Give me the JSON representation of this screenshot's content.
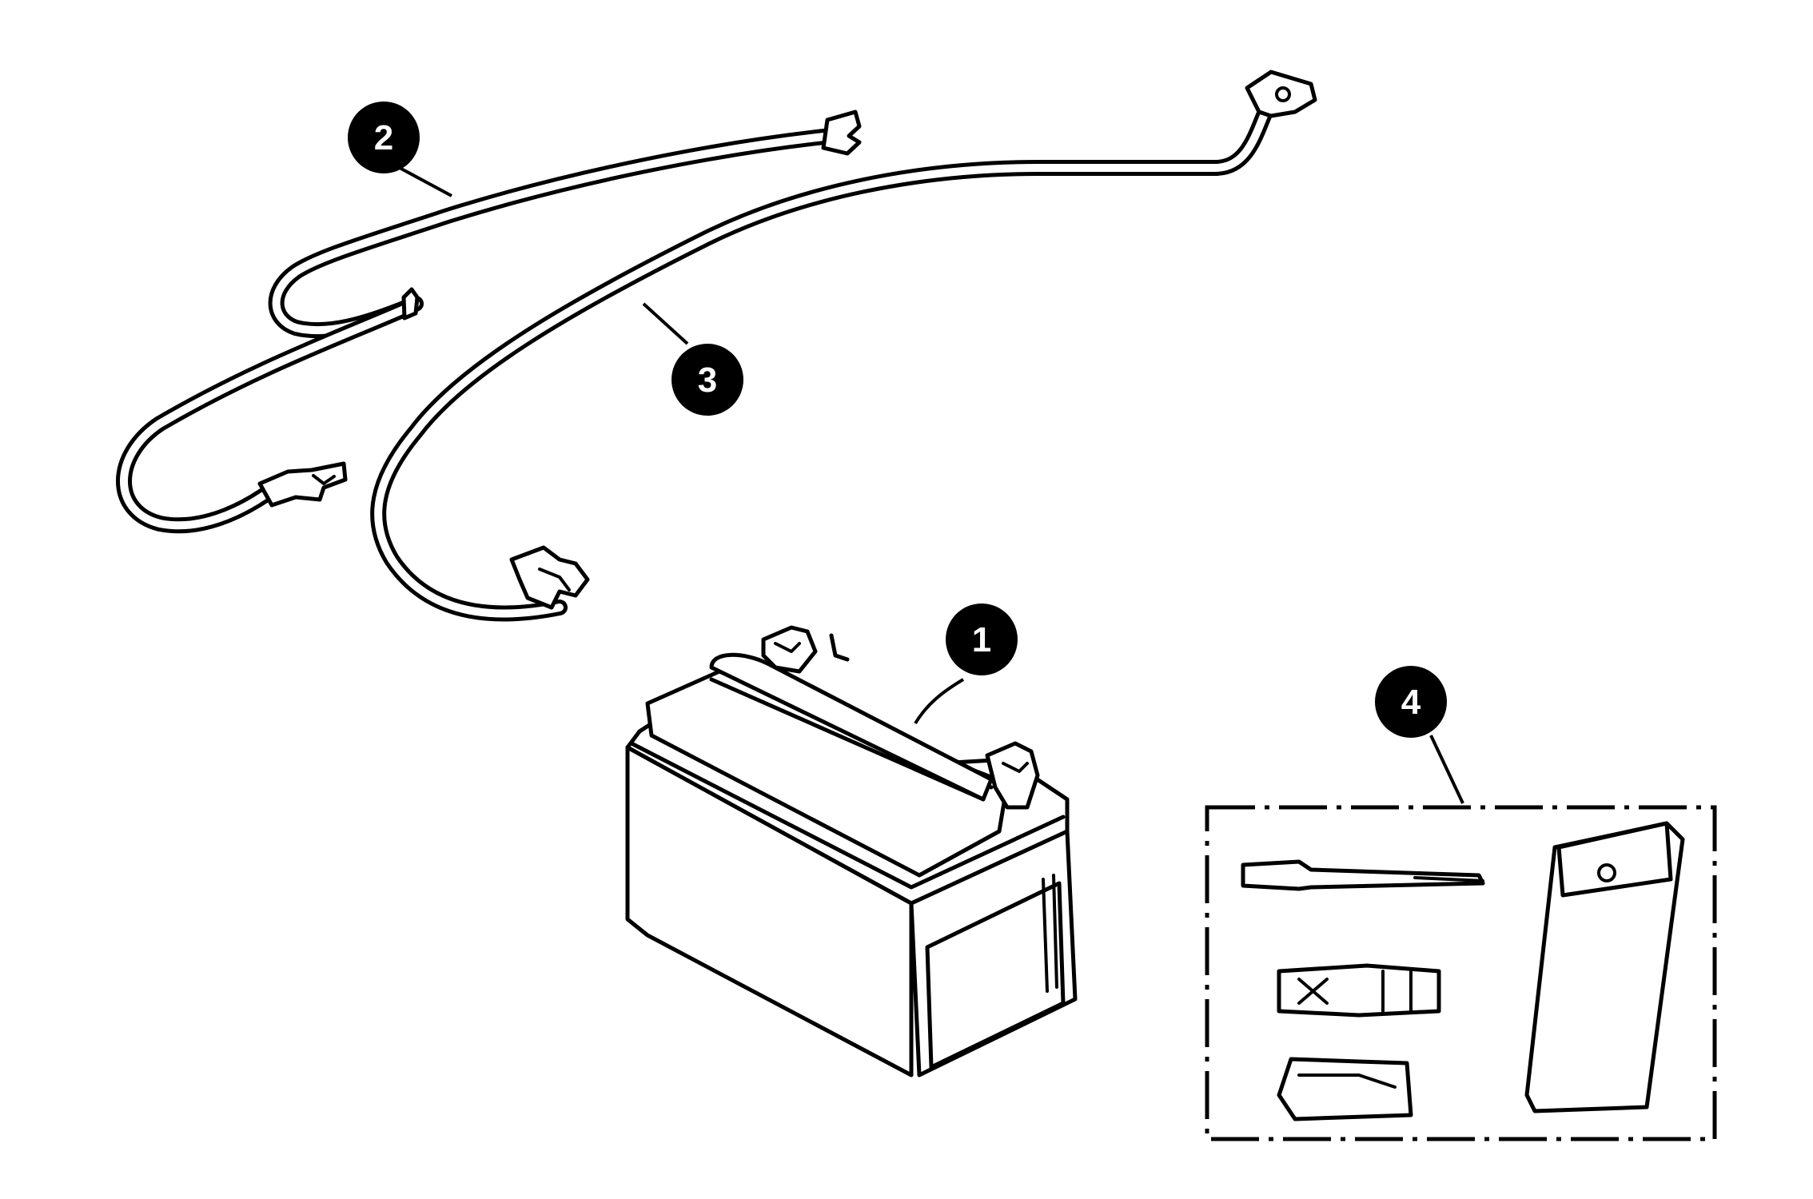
{
  "callouts": [
    {
      "label": "1",
      "part": "battery"
    },
    {
      "label": "2",
      "part": "cable-short"
    },
    {
      "label": "3",
      "part": "cable-long"
    },
    {
      "label": "4",
      "part": "accessory-kit"
    }
  ],
  "colors": {
    "line": "#000000",
    "background": "#ffffff",
    "callout_fill": "#000000",
    "callout_text": "#ffffff"
  }
}
